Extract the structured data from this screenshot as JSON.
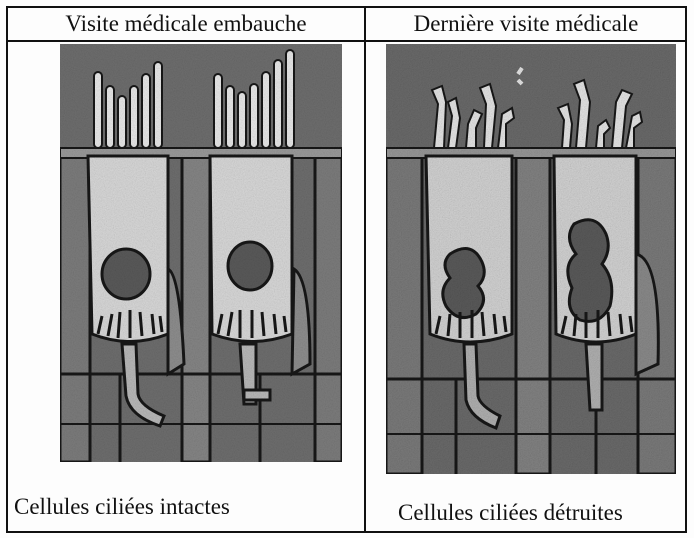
{
  "table": {
    "left_header": "Visite médicale embauche",
    "right_header": "Dernière visite médicale",
    "left_caption": "Cellules ciliées intactes",
    "right_caption": "Cellules ciliées détruites"
  },
  "colors": {
    "panel_background": "#6e6e6e",
    "cell_body": "#d8d8d8",
    "nucleus": "#5a5a5a",
    "outline": "#1a1a1a",
    "support_cell": "#8c8c8c"
  }
}
